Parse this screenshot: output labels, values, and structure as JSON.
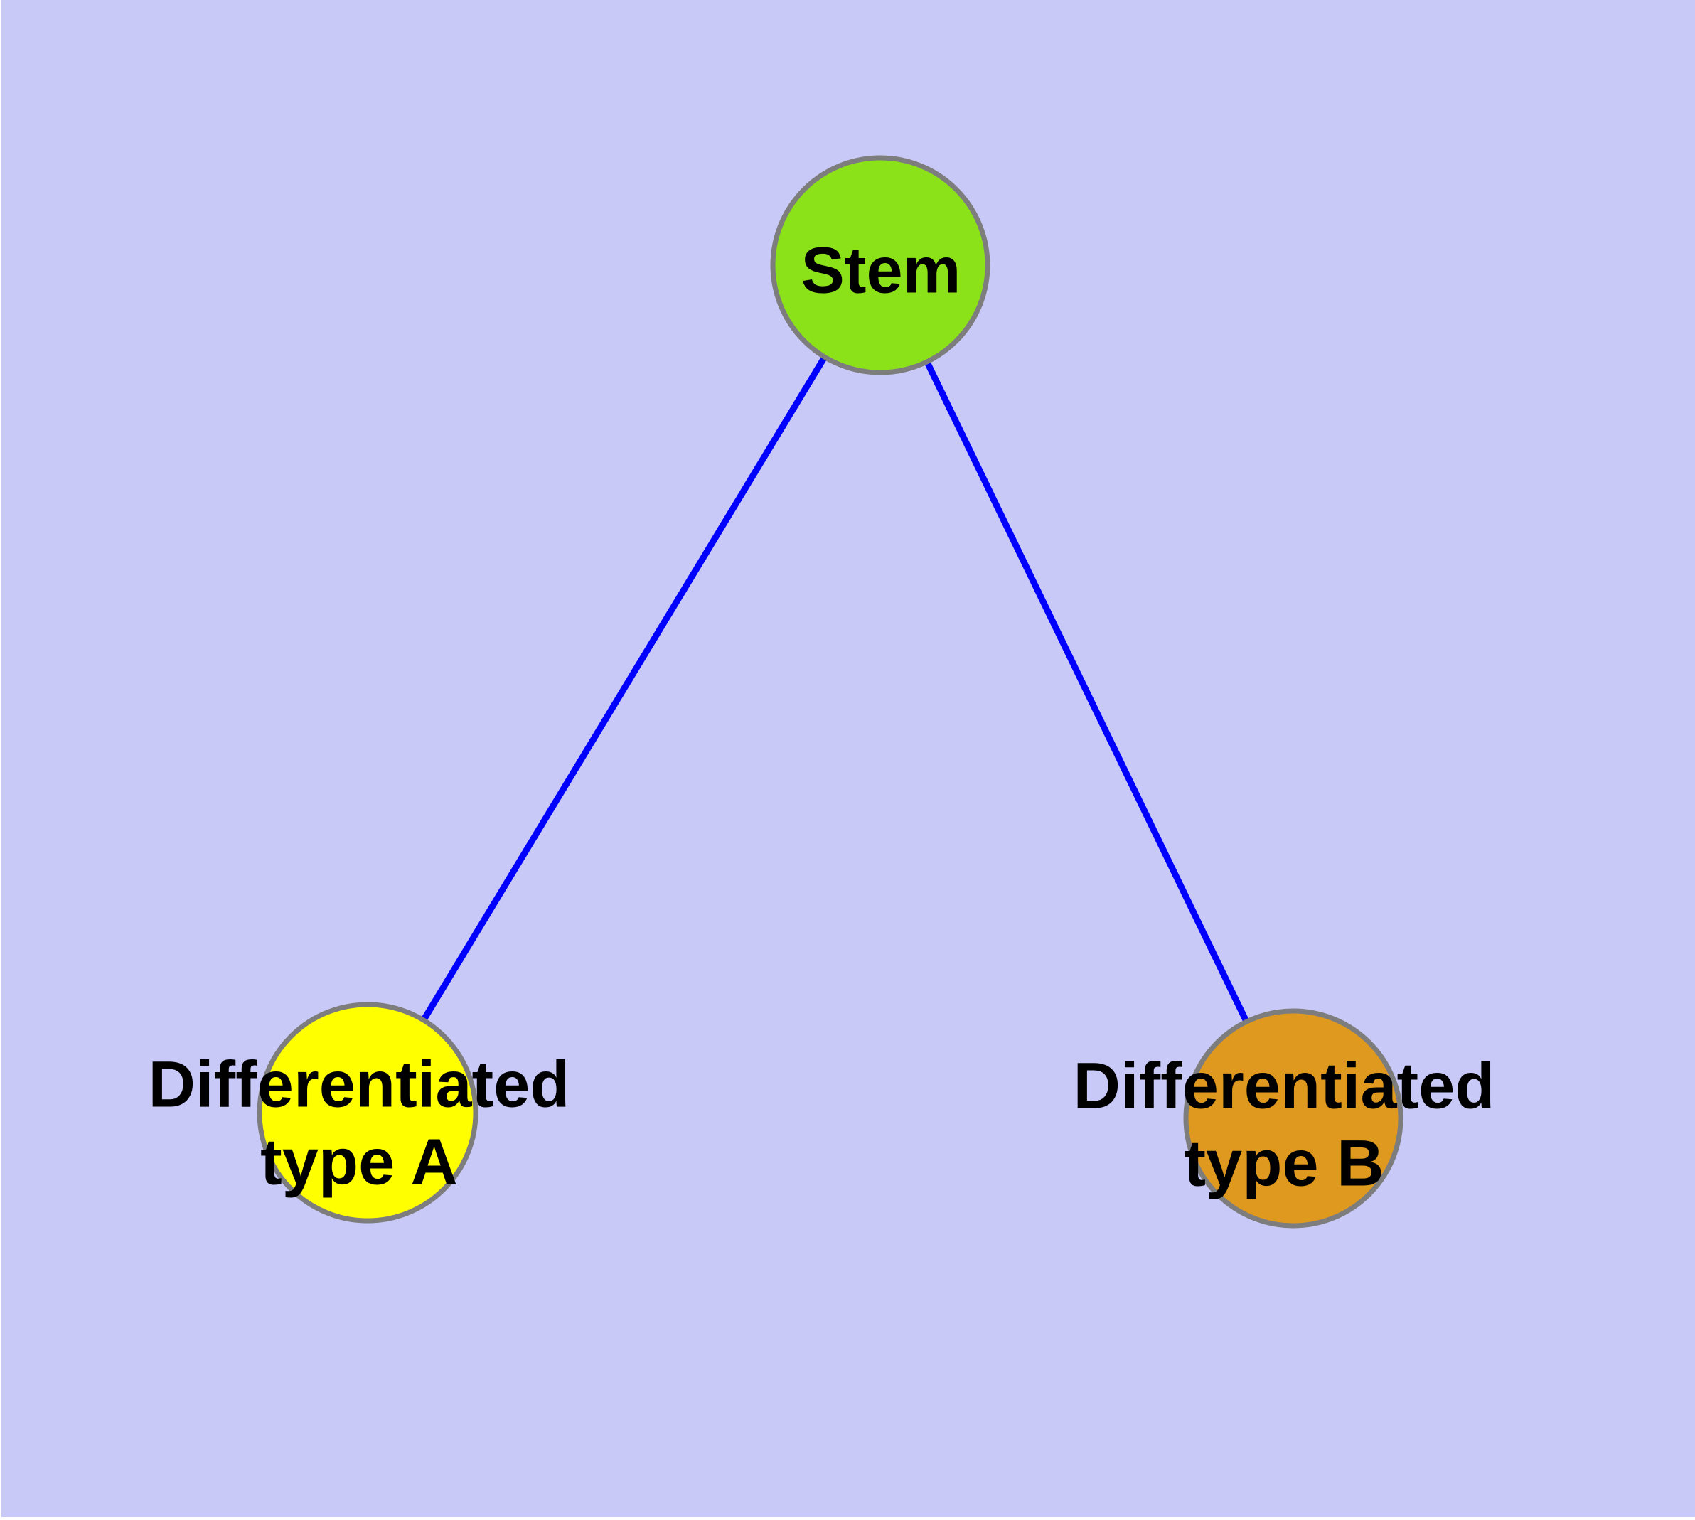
{
  "nodes": [
    {
      "id": "stem",
      "label": "Stem",
      "fill": "#8ce219"
    },
    {
      "id": "differentiated-type-a",
      "label": "Differentiated\ntype A",
      "fill": "#ffff00"
    },
    {
      "id": "differentiated-type-b",
      "label": "Differentiated\ntype B",
      "fill": "#e0991f"
    }
  ],
  "edges": [
    {
      "from": "stem",
      "to": "differentiated-type-a"
    },
    {
      "from": "stem",
      "to": "differentiated-type-b"
    }
  ],
  "style": {
    "background": "#c9c9f8",
    "edge_color": "#0000ff",
    "node_border_color": "#7d7d7d",
    "label_color": "#000000"
  }
}
